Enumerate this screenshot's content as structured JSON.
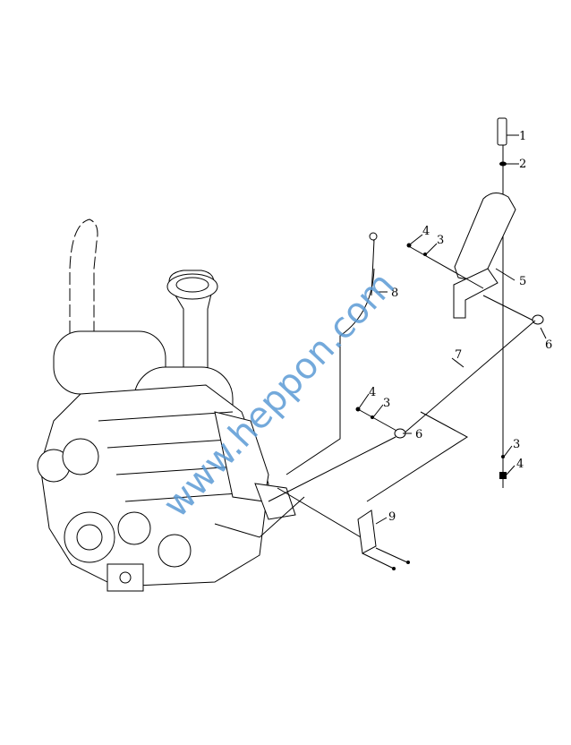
{
  "diagram": {
    "type": "exploded parts diagram - accelerator pedal and throttle linkage",
    "watermark": "www.heppon.com",
    "callouts": [
      {
        "id": "c1",
        "label": "1"
      },
      {
        "id": "c2",
        "label": "2"
      },
      {
        "id": "c3",
        "label": "4"
      },
      {
        "id": "c4",
        "label": "3"
      },
      {
        "id": "c5",
        "label": "5"
      },
      {
        "id": "c6",
        "label": "8"
      },
      {
        "id": "c7",
        "label": "6"
      },
      {
        "id": "c8",
        "label": "7"
      },
      {
        "id": "c9",
        "label": "4"
      },
      {
        "id": "c10",
        "label": "3"
      },
      {
        "id": "c11",
        "label": "6"
      },
      {
        "id": "c12",
        "label": "3"
      },
      {
        "id": "c13",
        "label": "4"
      },
      {
        "id": "c14",
        "label": "9"
      }
    ]
  }
}
